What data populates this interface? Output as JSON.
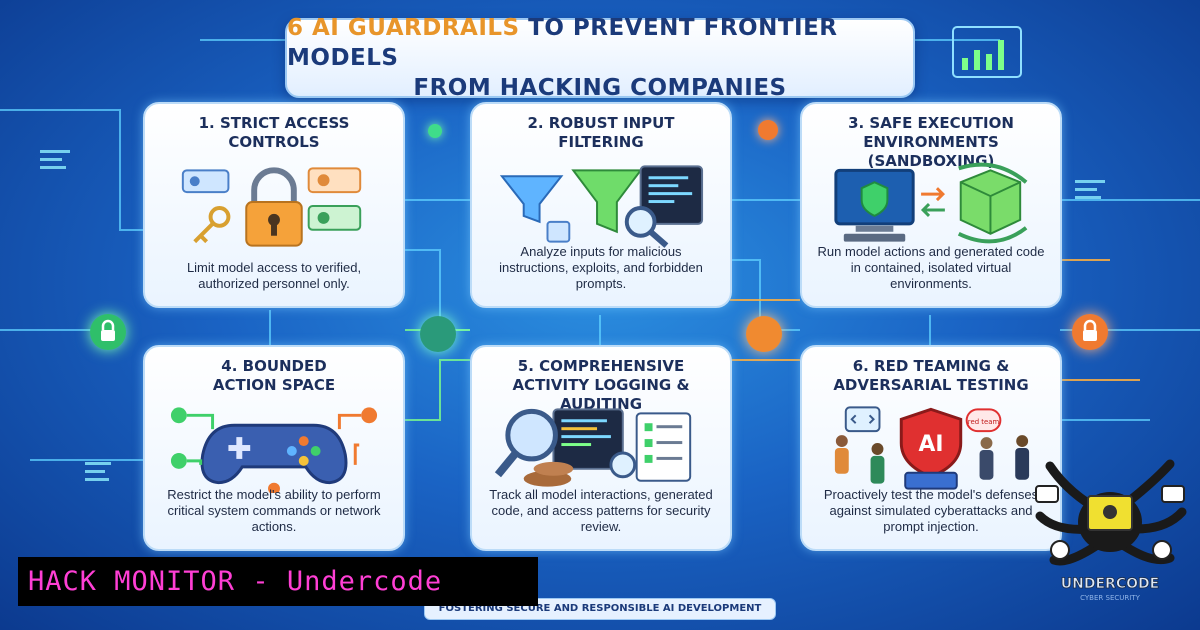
{
  "header": {
    "title_highlight": "6 AI GUARDRAILS",
    "title_rest": " TO PREVENT FRONTIER MODELS",
    "title_line2": "FROM HACKING COMPANIES"
  },
  "cards": [
    {
      "title1": "1. STRICT ACCESS",
      "title2": "CONTROLS",
      "text": "Limit model access to verified, authorized personnel only.",
      "icon": "lock-keys-icon"
    },
    {
      "title1": "2. ROBUST INPUT",
      "title2": "FILTERING",
      "text": "Analyze inputs for malicious instructions, exploits, and forbidden prompts.",
      "icon": "funnel-filter-icon"
    },
    {
      "title1": "3. SAFE EXECUTION",
      "title2": "ENVIRONMENTS (SANDBOXING)",
      "text": "Run model actions and generated code in contained, isolated virtual environments.",
      "icon": "sandbox-icon"
    },
    {
      "title1": "4. BOUNDED",
      "title2": "ACTION SPACE",
      "text": "Restrict the model's ability to perform critical system commands or network actions.",
      "icon": "gamepad-icon"
    },
    {
      "title1": "5. COMPREHENSIVE",
      "title2": "ACTIVITY LOGGING & AUDITING",
      "text": "Track all model interactions, generated code, and access patterns for security review.",
      "icon": "magnifier-log-icon"
    },
    {
      "title1": "6. RED TEAMING &",
      "title2": "ADVERSARIAL TESTING",
      "text": "Proactively test the model's defenses against simulated cyberattacks and prompt injection.",
      "icon": "red-team-icon",
      "ai_label": "AI",
      "badge": "red team"
    }
  ],
  "footer": {
    "text": "FOSTERING SECURE AND RESPONSIBLE AI DEVELOPMENT"
  },
  "overlay": {
    "hack_monitor": "HACK MONITOR - Undercode"
  },
  "logo": {
    "name": "UNDERCODE",
    "tagline": "CYBER SECURITY"
  },
  "colors": {
    "accent": "#e8952a",
    "title": "#1b3a7a",
    "overlay_text": "#ff3fd5",
    "background": "#1a63c4"
  }
}
